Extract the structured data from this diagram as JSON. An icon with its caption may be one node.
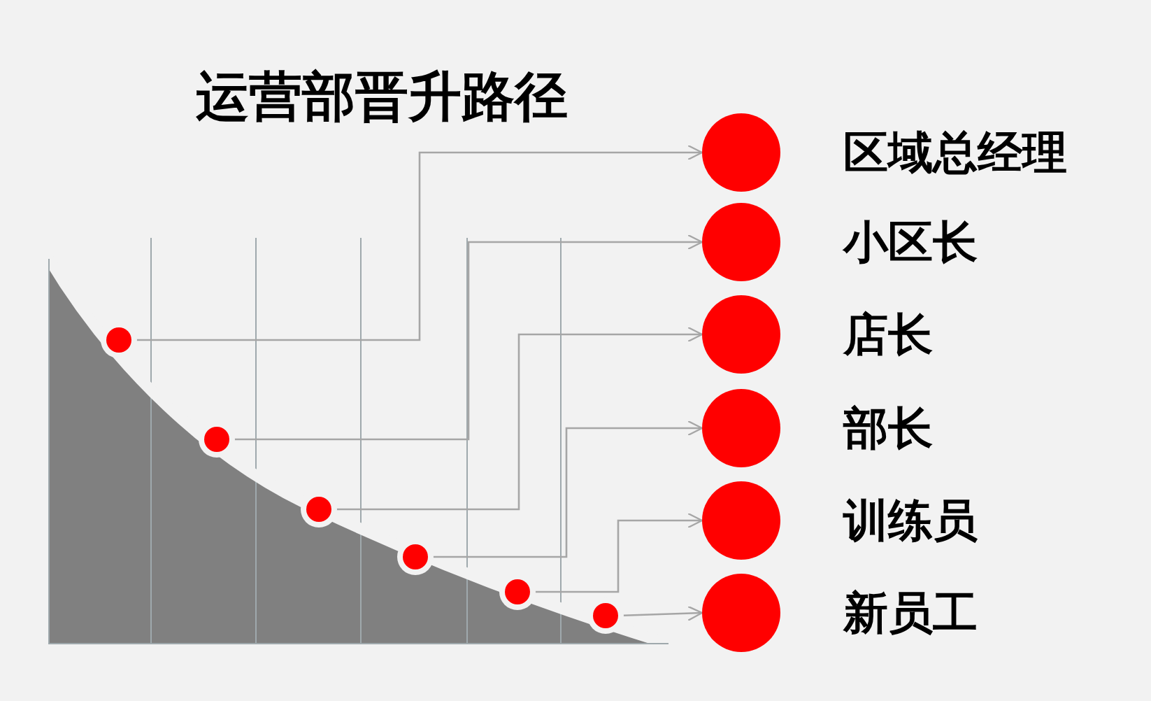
{
  "diagram": {
    "title": "运营部晋升路径",
    "nodes": [
      {
        "text": [
          "区域总经理"
        ]
      },
      {
        "text": [
          "小区长"
        ]
      },
      {
        "text": [
          "店长"
        ]
      },
      {
        "text": [
          "部长"
        ]
      },
      {
        "text": [
          "训练员"
        ]
      },
      {
        "text": [
          "新员工"
        ]
      },
      {
        "text": [],
        "shape": "circle"
      },
      {
        "text": [],
        "shape": "circle"
      },
      {
        "text": [],
        "shape": "circle"
      },
      {
        "text": [],
        "shape": "circle"
      },
      {
        "text": [],
        "shape": "circle"
      },
      {
        "text": [],
        "shape": "circle"
      }
    ],
    "edges": [
      {
        "from": 6,
        "to": 0,
        "arrow": "to"
      },
      {
        "from": 7,
        "to": 1,
        "arrow": "to"
      },
      {
        "from": 8,
        "to": 2,
        "arrow": "to"
      },
      {
        "from": 9,
        "to": 3,
        "arrow": "to"
      },
      {
        "from": 10,
        "to": 4,
        "arrow": "to"
      },
      {
        "from": 11,
        "to": 5,
        "arrow": "to"
      }
    ]
  }
}
